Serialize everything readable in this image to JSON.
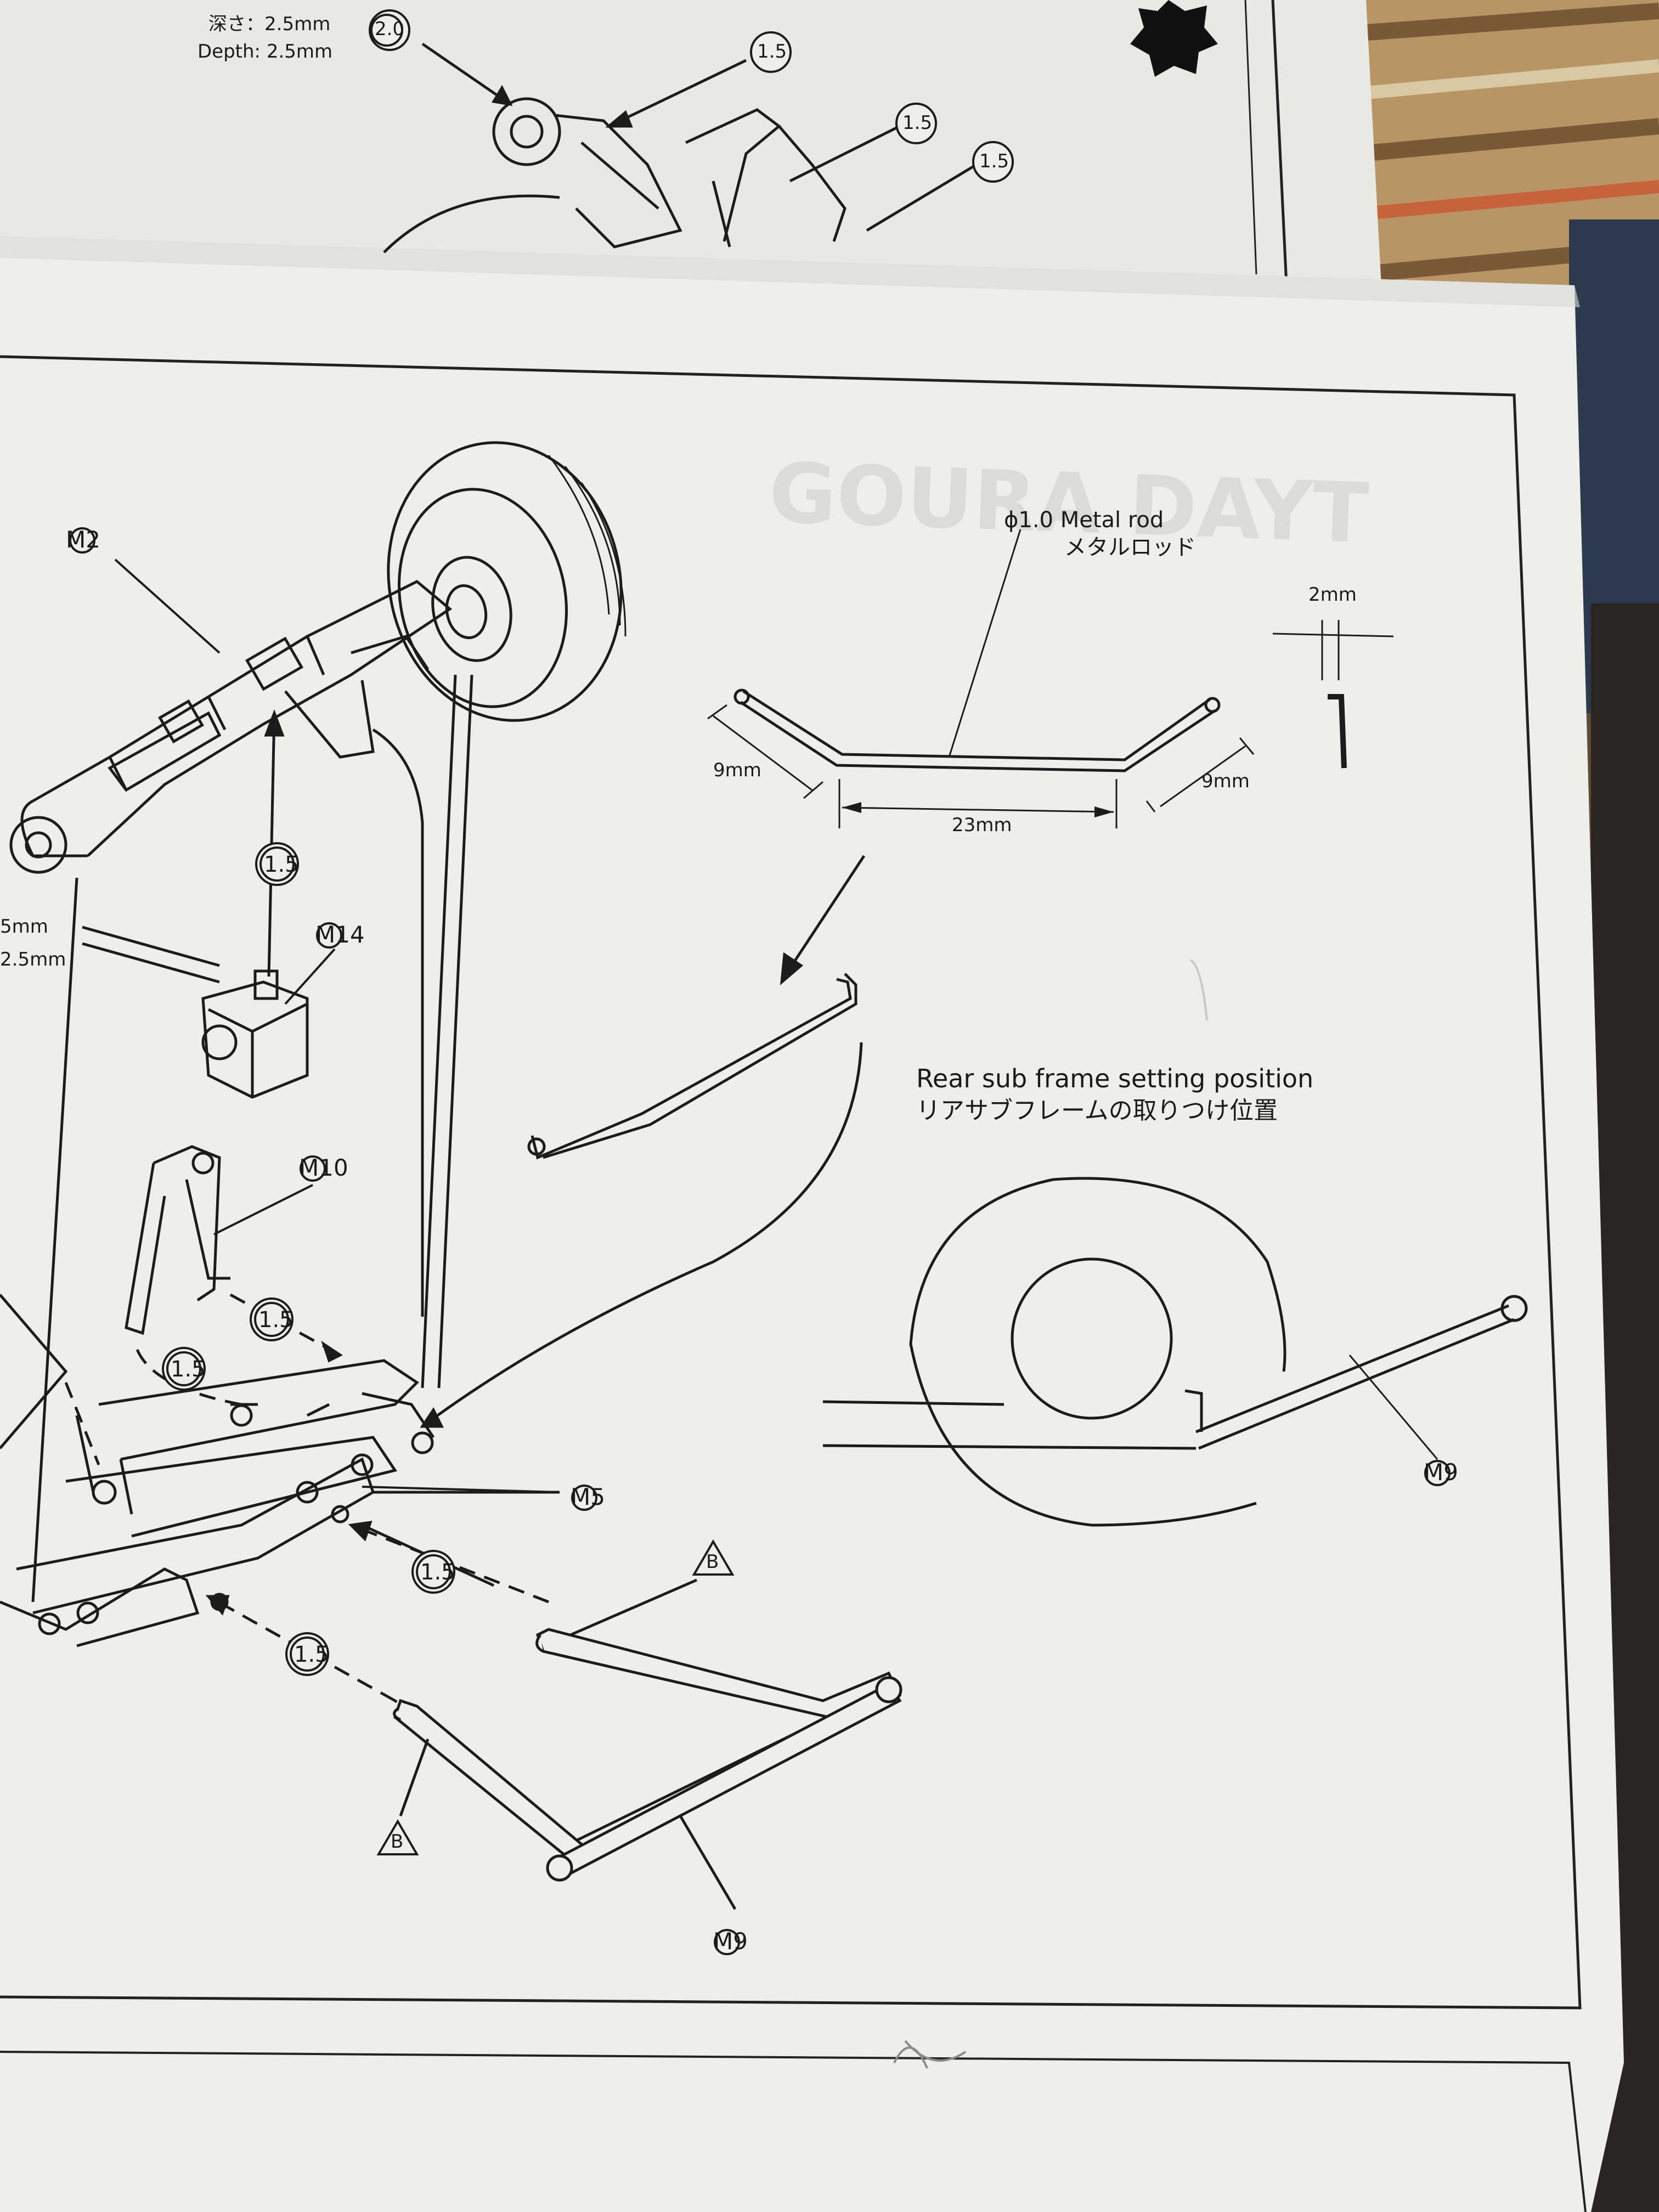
{
  "top_sheet": {
    "depth_en": "Depth: 2.5mm",
    "depth_jp": "深さ：2.5mm",
    "callout_a": "2.0",
    "callout_b": "1.5",
    "callout_c": "1.5",
    "callout_d": "1.5"
  },
  "metal_rod": {
    "title_en": "ϕ1.0 Metal rod",
    "title_jp": "メタルロッド",
    "dim_left": "9mm",
    "dim_center": "23mm",
    "dim_right": "9mm",
    "dim_bend": "2mm"
  },
  "subframe": {
    "title_en": "Rear sub frame setting position",
    "title_jp": "リアサブフレームの取りつけ位置",
    "part_label": "M9"
  },
  "parts": {
    "m2": "M2",
    "m14": "M14",
    "m10": "M10",
    "m5": "M5",
    "m9": "M9",
    "marker_b1": "B",
    "marker_b2": "B",
    "left_dim_a": "5mm",
    "left_dim_b": "2.5mm"
  },
  "callouts": {
    "c1": "1.5",
    "c2": "1.5",
    "c3": "1.5",
    "c4": "1.5",
    "c5": "1.5"
  },
  "colors": {
    "paper": "#efeeea",
    "ink": "#1c1c1c",
    "background_fabric": "#6b5a44"
  }
}
